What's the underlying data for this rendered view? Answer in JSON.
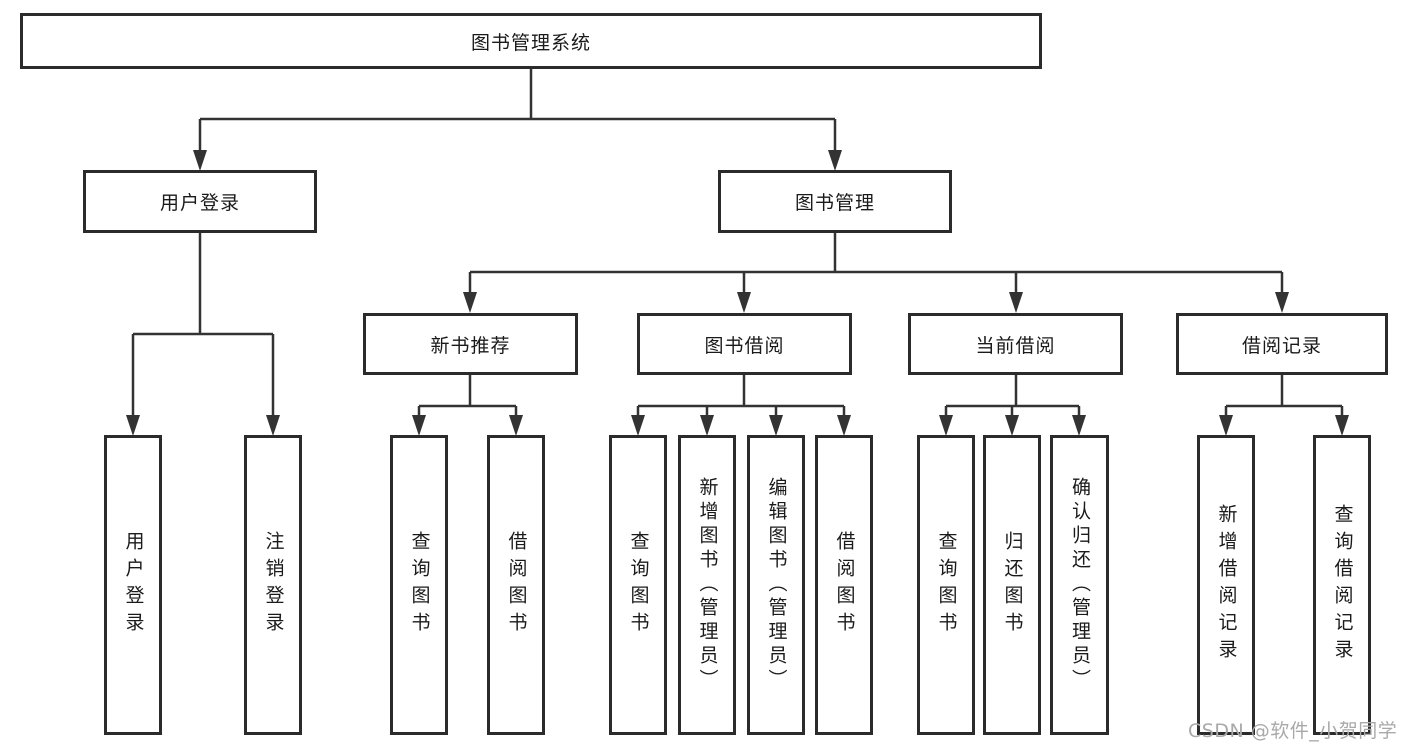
{
  "diagram_title": "图书管理系统",
  "colors": {
    "box_border": "#2b2b2b",
    "connector_line": "#333333",
    "text": "#1a1a1a",
    "watermark_text": "#a9a9a9"
  },
  "nodes": {
    "root": "图书管理系统",
    "user_login": "用户登录",
    "book_mgmt": "图书管理",
    "new_book_rec": "新书推荐",
    "book_borrow": "图书借阅",
    "current_borrow": "当前借阅",
    "borrow_records": "借阅记录",
    "leaf_user_login": "用户登录",
    "leaf_logout": "注销登录",
    "leaf_rec_query_book": "查询图书",
    "leaf_rec_borrow_book": "借阅图书",
    "leaf_bb_query_book": "查询图书",
    "leaf_bb_add_book": "新增图书（管理员）",
    "leaf_bb_edit_book": "编辑图书（管理员）",
    "leaf_bb_borrow_book": "借阅图书",
    "leaf_cb_query_book": "查询图书",
    "leaf_cb_return_book": "归还图书",
    "leaf_cb_confirm_return": "确认归还（管理员）",
    "leaf_br_add_record": "新增借阅记录",
    "leaf_br_query_record": "查询借阅记录"
  },
  "watermark": "CSDN @软件_小贺同学"
}
